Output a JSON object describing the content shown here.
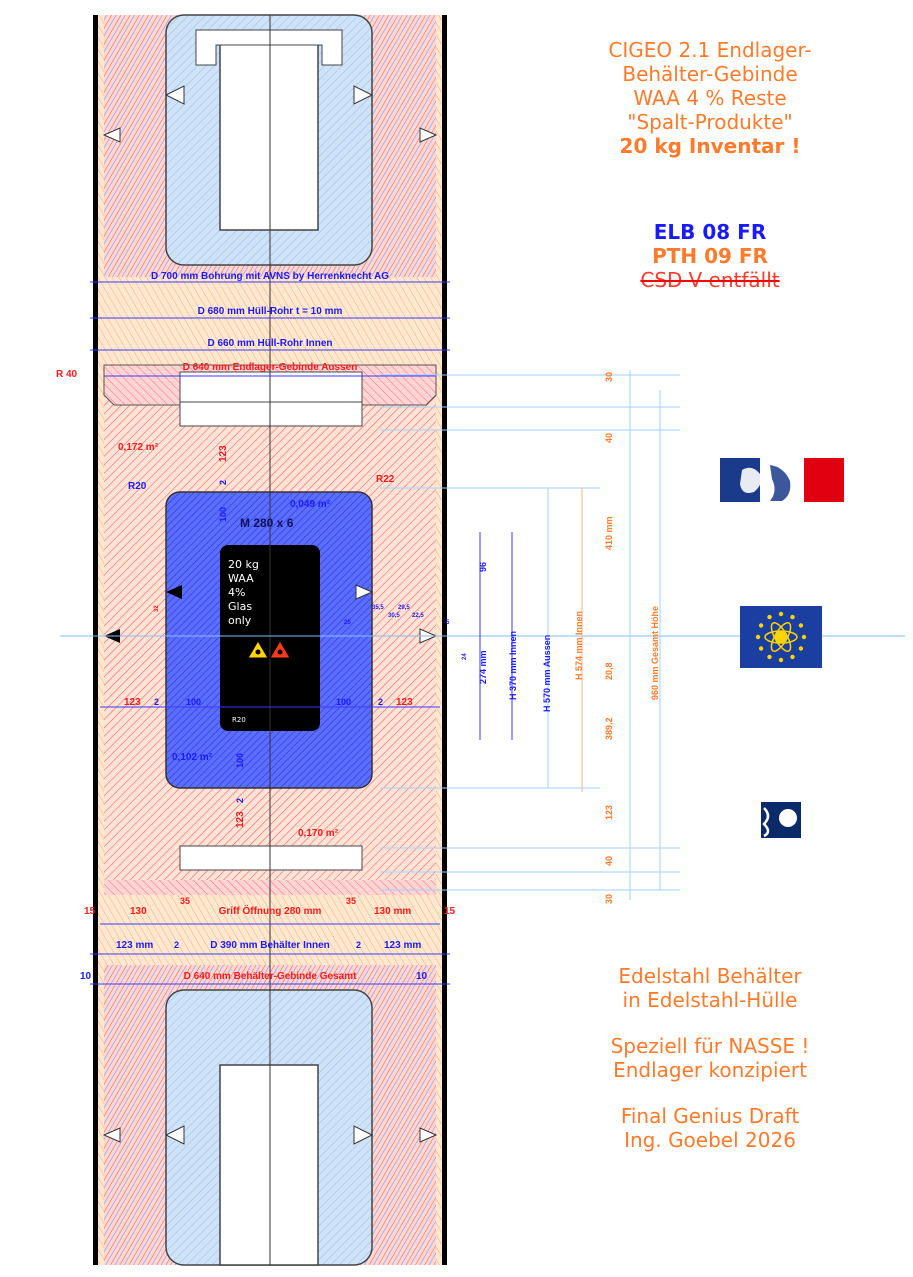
{
  "title_block": {
    "line1": "CIGEO 2.1 Endlager-",
    "line2": "Behälter-Gebinde",
    "line3": "WAA 4 % Reste",
    "line4": "\"Spalt-Produkte\"",
    "line5": "20 kg Inventar !"
  },
  "codes": {
    "elb": "ELB 08 FR",
    "pth": "PTH 09 FR",
    "csd": "CSD-V entfällt"
  },
  "bottom_block": {
    "line1": "Edelstahl Behälter",
    "line2": "in Edelstahl-Hülle",
    "line3": "Speziell für NASSE !",
    "line4": "Endlager konzipiert",
    "line5": "Final Genius Draft",
    "line6": "Ing. Goebel  2026"
  },
  "labels": {
    "bohrung": "D 700 mm Bohrung mit AVNS by Herrenknecht AG",
    "huell_rohr": "D 680 mm Hüll-Rohr t = 10 mm",
    "huell_innen": "D 660 mm Hüll-Rohr Innen",
    "gebinde_aussen": "D 640 mm Endlager-Gebinde Aussen",
    "r40": "R 40",
    "area_top": "0,172 m²",
    "area_inner_top": "0,049 m²",
    "area_inner_bottom": "0,102 m²",
    "area_bottom": "0,170 m²",
    "r20": "R20",
    "r22": "R22",
    "thread": "M 280 x 6",
    "d123_top": "123",
    "d2_top": "2",
    "d100_top": "100",
    "d96": "96",
    "h274": "274 mm",
    "h370": "H 370 mm Innen",
    "h570": "H 570 mm Aussen",
    "h574": "H 574 mm Innen",
    "h960": "960 mm Gesamt Höhe",
    "v30_top": "30",
    "v40_top": "40",
    "v410": "410 mm",
    "v20_8": "20,8",
    "v389_2": "389,2",
    "v123": "123",
    "v40_bottom": "40",
    "v30_bottom": "30",
    "row_123_left": "123",
    "row_2_left": "2",
    "row_100_left": "100",
    "row_100_right": "100",
    "row_2_right": "2",
    "row_123_right": "123",
    "d100_bottom": "100",
    "d123_bottom": "123",
    "d2_bottom": "2",
    "v24": "24",
    "v32": "32",
    "v25": "25",
    "v35_5": "35,5",
    "v29_5": "29,5",
    "v30_5": "30,5",
    "v22_5": "22,5",
    "v5": "5",
    "r20_small": "R20",
    "griff_15_left": "15",
    "griff_130_left": "130",
    "griff_35_left": "35",
    "griff": "Griff Öffnung 280 mm",
    "griff_35_right": "35",
    "griff_130_right": "130 mm",
    "griff_15_right": "15",
    "b123_left": "123 mm",
    "b2_left": "2",
    "behaelter_innen": "D 390 mm Behälter Innen",
    "b2_right": "2",
    "b123_right": "123 mm",
    "g10_left": "10",
    "gesamt": "D 640 mm Behälter-Gebinde Gesamt",
    "g10_right": "10"
  },
  "inventory_label": {
    "line1": "20 kg",
    "line2": "WAA",
    "line3": "4%",
    "line4": "Glas",
    "line5": "only"
  },
  "colors": {
    "orange": "#ff7a2a",
    "blue": "#1a1aff",
    "red": "#ff2020",
    "hatch_red": "#ff6666",
    "hatch_blue": "#4a6bff"
  },
  "icons": [
    "marianne-logo-icon",
    "eu-euratom-flag-icon",
    "small-blue-logo-icon",
    "radiation-warning-icon",
    "biohazard-warning-icon"
  ]
}
